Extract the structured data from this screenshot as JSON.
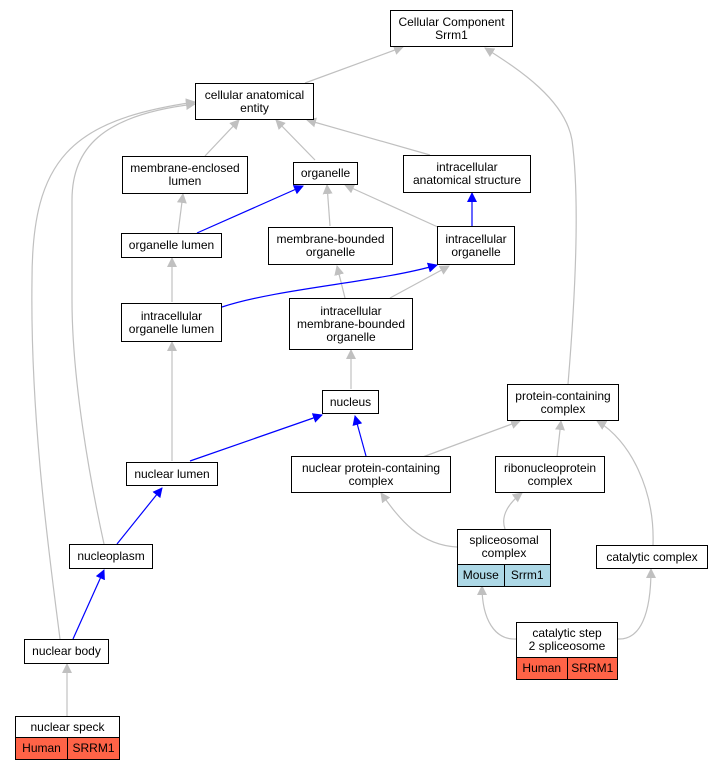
{
  "nodes": {
    "cc": {
      "lines": [
        "Cellular Component",
        "Srrm1"
      ]
    },
    "cae": {
      "lines": [
        "cellular anatomical",
        "entity"
      ]
    },
    "mel": {
      "lines": [
        "membrane-enclosed",
        "lumen"
      ]
    },
    "org": {
      "lines": [
        "organelle"
      ]
    },
    "ias": {
      "lines": [
        "intracellular",
        "anatomical structure"
      ]
    },
    "ol": {
      "lines": [
        "organelle lumen"
      ]
    },
    "mbo": {
      "lines": [
        "membrane-bounded",
        "organelle"
      ]
    },
    "io": {
      "lines": [
        "intracellular",
        "organelle"
      ]
    },
    "iol": {
      "lines": [
        "intracellular",
        "organelle lumen"
      ]
    },
    "imbo": {
      "lines": [
        "intracellular",
        "membrane-bounded",
        "organelle"
      ]
    },
    "nuc": {
      "lines": [
        "nucleus"
      ]
    },
    "pcc": {
      "lines": [
        "protein-containing",
        "complex"
      ]
    },
    "nl": {
      "lines": [
        "nuclear lumen"
      ]
    },
    "npcc": {
      "lines": [
        "nuclear protein-containing",
        "complex"
      ]
    },
    "rnp": {
      "lines": [
        "ribonucleoprotein",
        "complex"
      ]
    },
    "np": {
      "lines": [
        "nucleoplasm"
      ]
    },
    "spl": {
      "lines": [
        "spliceosomal",
        "complex"
      ],
      "tag": [
        "Mouse",
        "Srrm1"
      ],
      "tag_color": "#add8e6"
    },
    "cat": {
      "lines": [
        "catalytic complex"
      ]
    },
    "cs2": {
      "lines": [
        "catalytic step",
        "2 spliceosome"
      ],
      "tag": [
        "Human",
        "SRRM1"
      ],
      "tag_color": "#ff6347"
    },
    "nb": {
      "lines": [
        "nuclear body"
      ]
    },
    "ns": {
      "lines": [
        "nuclear speck"
      ],
      "tag": [
        "Human",
        "SRRM1"
      ],
      "tag_color": "#ff6347"
    }
  },
  "edge_colors": {
    "gray": "#c0c0c0",
    "blue": "#0000ff"
  }
}
